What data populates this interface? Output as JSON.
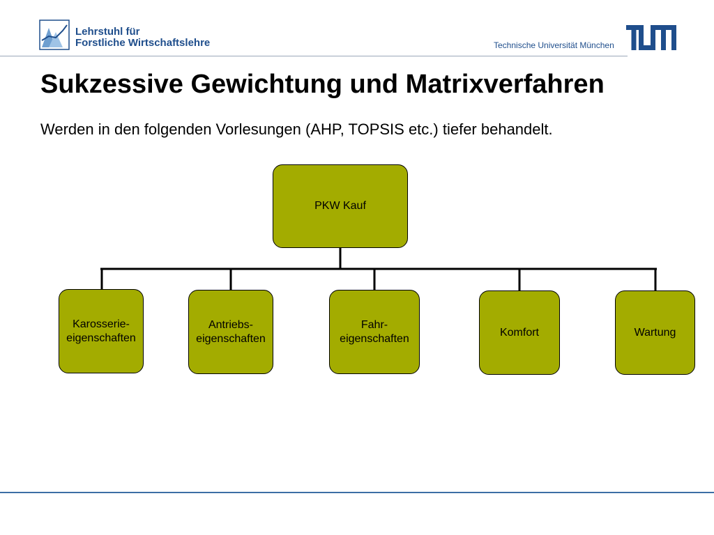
{
  "header": {
    "chair_line1": "Lehrstuhl für",
    "chair_line2": "Forstliche Wirtschaftslehre",
    "university": "Technische Universität München",
    "tum_logo_icon": "tum-logo-icon",
    "brand_color": "#1f4e8c"
  },
  "slide": {
    "title": "Sukzessive Gewichtung und Matrixverfahren",
    "subtitle": "Werden in den folgenden Vorlesungen (AHP, TOPSIS etc.) tiefer behandelt."
  },
  "diagram": {
    "node_color": "#a3ac00",
    "root": "PKW Kauf",
    "children": [
      "Karosserie-\neigenschaften",
      "Antriebs-\neigenschaften",
      "Fahr-\neigenschaften",
      "Komfort",
      "Wartung"
    ]
  }
}
